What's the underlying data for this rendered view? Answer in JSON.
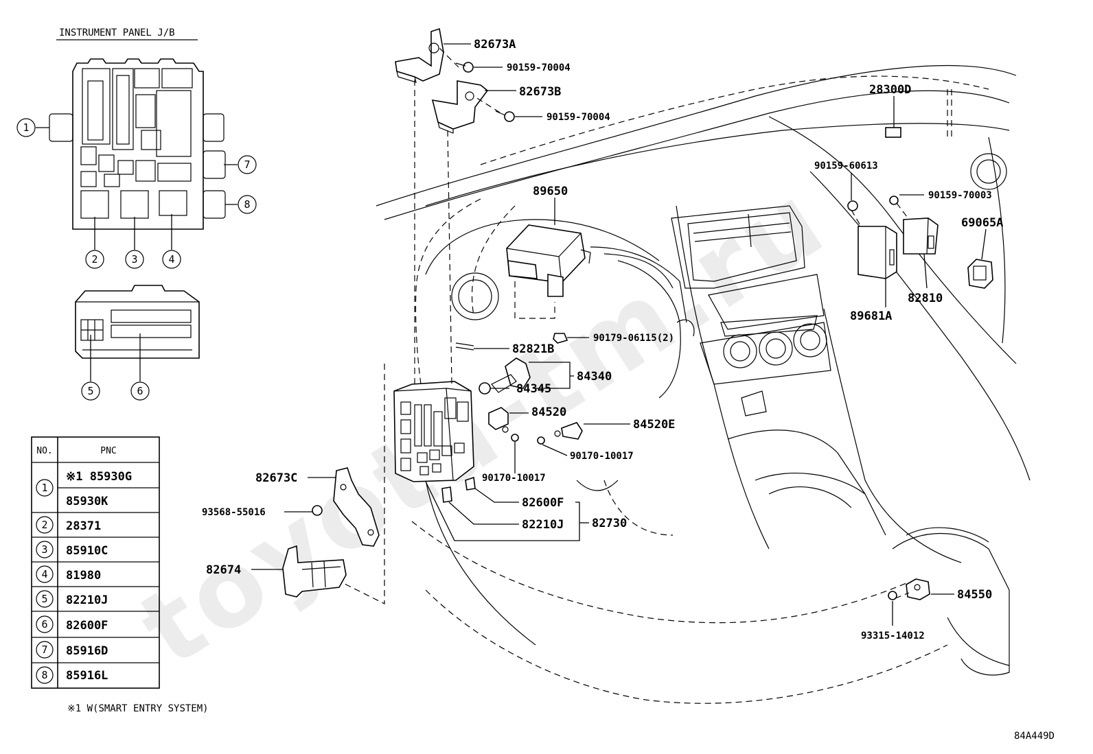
{
  "diagram": {
    "inset_title": "INSTRUMENT PANEL J/B",
    "figure_code": "84A449D",
    "watermark": "toyota-tm.ru",
    "footnote": "※1 W(SMART ENTRY SYSTEM)",
    "inset_numbers": [
      "1",
      "2",
      "3",
      "4",
      "5",
      "6",
      "7",
      "8"
    ],
    "part_labels": {
      "p82673A": "82673A",
      "p90159_70004_a": "90159-70004",
      "p82673B": "82673B",
      "p90159_70004_b": "90159-70004",
      "p28300D": "28300D",
      "p90159_60613": "90159-60613",
      "p90159_70003": "90159-70003",
      "p69065A": "69065A",
      "p89650": "89650",
      "p82810": "82810",
      "p89681A": "89681A",
      "p90179_06115": "90179-06115(2)",
      "p82821B": "82821B",
      "p84340": "84340",
      "p84345": "84345",
      "p84520": "84520",
      "p84520E": "84520E",
      "p90170_10017_a": "90170-10017",
      "p90170_10017_b": "90170-10017",
      "p82673C": "82673C",
      "p93568_55016": "93568-55016",
      "p82600F": "82600F",
      "p82210J": "82210J",
      "p82730": "82730",
      "p82674": "82674",
      "p84550": "84550",
      "p93315_14012": "93315-14012"
    },
    "pnc_table": {
      "col_no": "NO.",
      "col_pnc": "PNC",
      "rows": [
        {
          "no": "1",
          "pnc": "※1 85930G"
        },
        {
          "no": "",
          "pnc": "85930K"
        },
        {
          "no": "2",
          "pnc": "28371"
        },
        {
          "no": "3",
          "pnc": "85910C"
        },
        {
          "no": "4",
          "pnc": "81980"
        },
        {
          "no": "5",
          "pnc": "82210J"
        },
        {
          "no": "6",
          "pnc": "82600F"
        },
        {
          "no": "7",
          "pnc": "85916D"
        },
        {
          "no": "8",
          "pnc": "85916L"
        }
      ]
    }
  }
}
